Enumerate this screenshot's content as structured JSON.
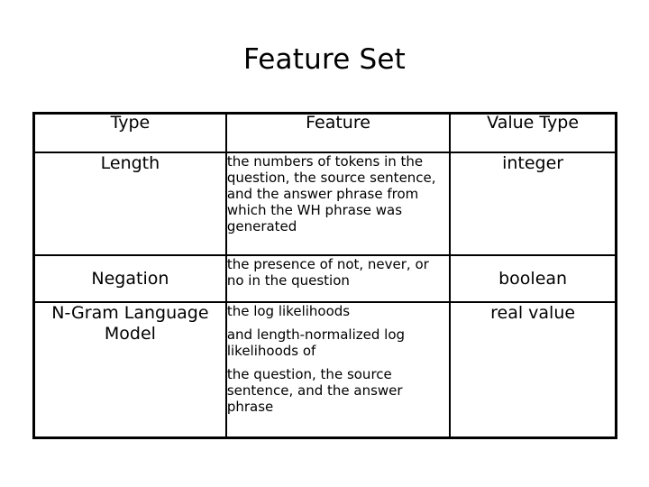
{
  "slide": {
    "title": "Feature Set"
  },
  "table": {
    "headers": {
      "type": "Type",
      "feature": "Feature",
      "value_type": "Value Type"
    },
    "rows": [
      {
        "type": "Length",
        "feature_paragraphs": [
          "the numbers of tokens in the question, the source sentence, and the answer phrase from which the WH phrase was generated"
        ],
        "value_type": "integer"
      },
      {
        "type": "Negation",
        "feature_paragraphs": [
          "the presence of not, never, or no in the question"
        ],
        "value_type": "boolean"
      },
      {
        "type": "N-Gram Language Model",
        "feature_paragraphs": [
          "the log likelihoods",
          "and length-normalized log likelihoods of",
          "the question, the source sentence, and the answer phrase"
        ],
        "value_type": "real value"
      }
    ]
  },
  "colors": {
    "background": "#ffffff",
    "text": "#000000",
    "border": "#000000"
  }
}
